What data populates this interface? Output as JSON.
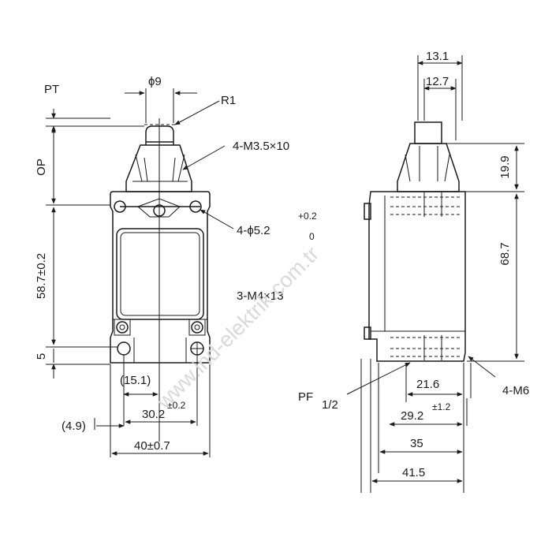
{
  "watermark": "www.ind-elektrik.com.tr",
  "front_view": {
    "pt": "PT",
    "op": "OP",
    "phi9": "ϕ9",
    "r1": "R1",
    "m35": "4-M3.5×10",
    "phi52": "4-ϕ5.2",
    "tol_plus": "+0.2",
    "tol_zero": "0",
    "m4": "3-M4×13",
    "h587": "58.7±0.2",
    "h5": "5",
    "w151": "(15.1)",
    "w302": "30.2",
    "w302_tol": "±0.2",
    "w49": "(4.9)",
    "w40": "40±0.7"
  },
  "side_view": {
    "d131": "13.1",
    "d127": "12.7",
    "d199": "19.9",
    "d687": "68.7",
    "pf_label": "PF",
    "pf_frac": "1/2",
    "m6": "4-M6",
    "d216": "21.6",
    "d292": "29.2",
    "d292_tol": "±1.2",
    "d35": "35",
    "d415": "41.5"
  }
}
